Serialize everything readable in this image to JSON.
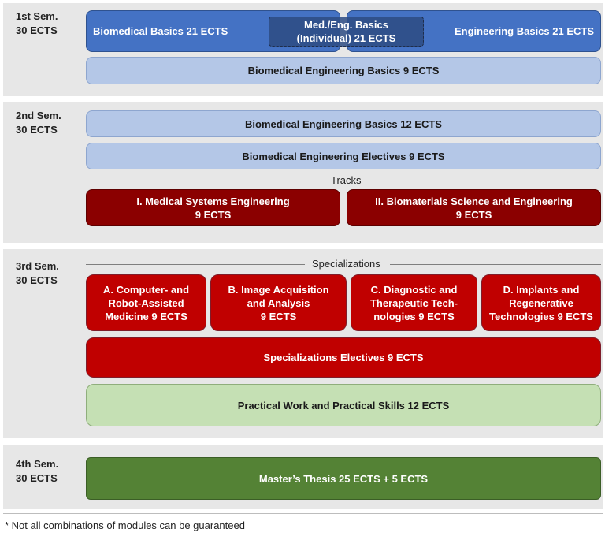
{
  "semesters": [
    {
      "name": "1st Sem.",
      "credits": "30 ECTS"
    },
    {
      "name": "2nd Sem.",
      "credits": "30 ECTS"
    },
    {
      "name": "3rd Sem.",
      "credits": "30 ECTS"
    },
    {
      "name": "4th Sem.",
      "credits": "30 ECTS"
    }
  ],
  "sem1": {
    "biomedical_basics": "Biomedical Basics 21 ECTS",
    "engineering_basics": "Engineering Basics 21 ECTS",
    "overlap_line1": "Med./Eng. Basics",
    "overlap_line2": "(Individual) 21 ECTS",
    "bme_basics": "Biomedical Engineering Basics 9 ECTS"
  },
  "sem2": {
    "bme_basics": "Biomedical Engineering Basics 12 ECTS",
    "bme_electives": "Biomedical Engineering Electives 9 ECTS",
    "tracks_label": "Tracks",
    "tracks": [
      {
        "line1": "I. Medical Systems Engineering",
        "line2": "9 ECTS"
      },
      {
        "line1": "II. Biomaterials Science and Engineering",
        "line2": "9 ECTS"
      }
    ]
  },
  "sem3": {
    "specializations_label": "Specializations",
    "specializations": [
      {
        "line1": "A. Computer- and",
        "line2": "Robot-Assisted",
        "line3": "Medicine 9 ECTS"
      },
      {
        "line1": "B. Image Acquisition",
        "line2": "and Analysis",
        "line3": "9  ECTS"
      },
      {
        "line1": "C. Diagnostic and",
        "line2": "Therapeutic Tech-",
        "line3": "nologies 9 ECTS"
      },
      {
        "line1": "D. Implants and",
        "line2": "Regenerative",
        "line3": "Technologies 9 ECTS"
      }
    ],
    "spec_electives": "Specializations Electives 9 ECTS",
    "practical": "Practical Work and Practical Skills 12 ECTS"
  },
  "sem4": {
    "thesis": "Master’s Thesis 25 ECTS + 5 ECTS"
  },
  "footnote": "* Not all combinations of modules can be guaranteed"
}
